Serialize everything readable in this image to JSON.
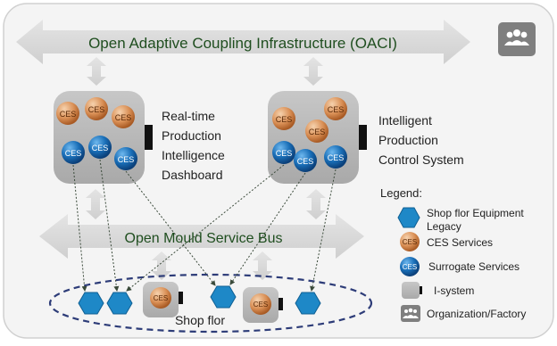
{
  "oaci_label": "Open Adaptive Coupling Infrastructure (OACI)",
  "bus_label": "Open Mould Service Bus",
  "system_left": {
    "lines": [
      "Real-time",
      "Production",
      "Intelligence",
      "Dashboard"
    ]
  },
  "system_right": {
    "lines": [
      "Intelligent",
      "Production",
      "Control System"
    ]
  },
  "ces_text": "CES",
  "shop_floor_label": "Shop flor",
  "legend": {
    "title": "Legend:",
    "equipment_line1": "Shop flor Equipment",
    "equipment_line2": "Legacy",
    "ces": "CES Services",
    "surrogate": "Surrogate Services",
    "isystem": "I-system",
    "org": "Organization/Factory"
  },
  "colors": {
    "frame": "#f2f2f2",
    "arrow": "#d9d9d9",
    "text_green": "#1f4e1f",
    "ces_orange": "#c97a3a",
    "ces_blue": "#1b6bb0",
    "hexagon": "#1e88c7",
    "ellipse": "#2d3c78"
  }
}
